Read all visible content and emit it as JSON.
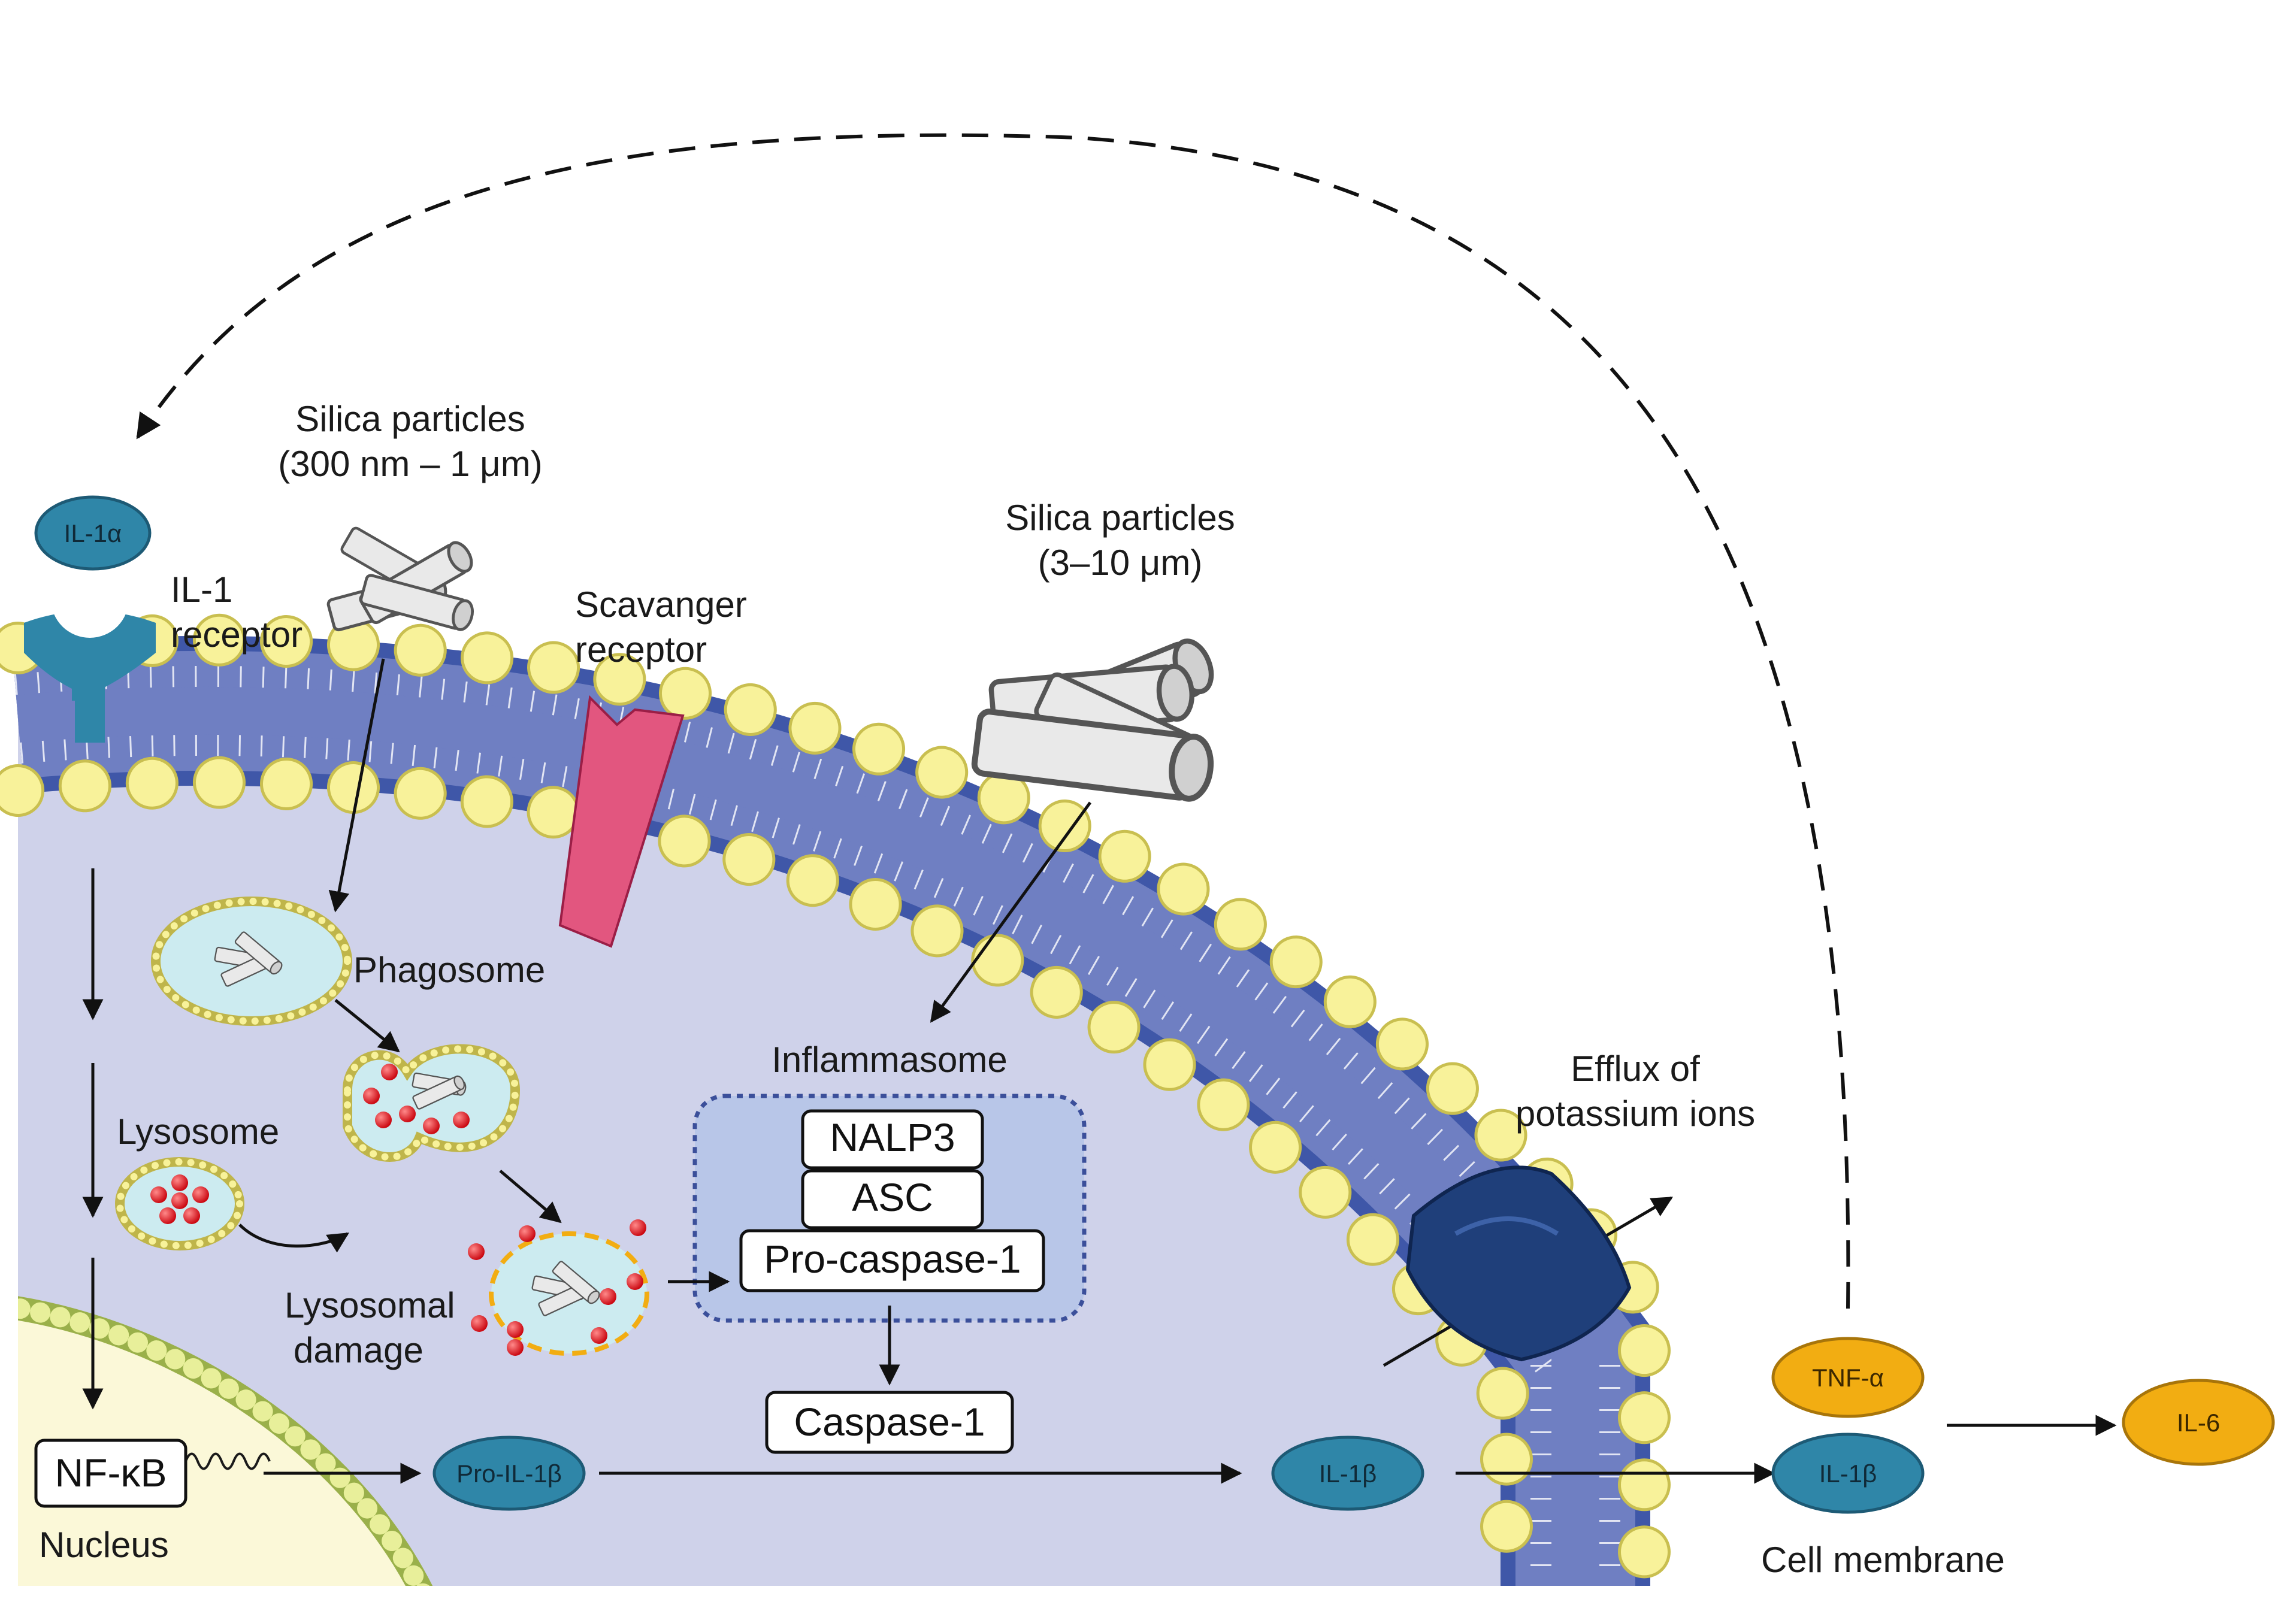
{
  "labels": {
    "silica_small_line1": "Silica particles",
    "silica_small_line2": "(300 nm – 1 μm)",
    "silica_large_line1": "Silica particles",
    "silica_large_line2": "(3–10 μm)",
    "il1_receptor_line1": "IL-1",
    "il1_receptor_line2": "receptor",
    "scavenger_line1": "Scavanger",
    "scavenger_line2": "receptor",
    "phagosome": "Phagosome",
    "lysosome": "Lysosome",
    "lysosomal_damage_line1": "Lysosomal",
    "lysosomal_damage_line2": "damage",
    "inflammasome": "Inflammasome",
    "efflux_line1": "Efflux of",
    "efflux_line2": "potassium ions",
    "nucleus": "Nucleus",
    "cell_membrane": "Cell membrane"
  },
  "boxes": {
    "nalp3": "NALP3",
    "asc": "ASC",
    "pro_caspase": "Pro-caspase-1",
    "caspase": "Caspase-1",
    "nfkb": "NF-κB"
  },
  "cytokines": {
    "il1a": "IL-1α",
    "pro_il1b": "Pro-IL-1β",
    "il1b_inside": "IL-1β",
    "il1b_outside": "IL-1β",
    "tnfa": "TNF-α",
    "il6": "IL-6"
  },
  "colors": {
    "cytoplasm": "#cfd2ea",
    "membrane_band": "#6f7fc2",
    "membrane_edge": "#3f57a8",
    "lipid_head": "#f8f29a",
    "nucleus": "#fbf8d8",
    "cytokine_blue": "#2f86a8",
    "cytokine_orange": "#f2ad12",
    "scavenger_receptor": "#e2567f",
    "potassium_channel": "#1f3f7a",
    "inflammasome_fill": "#b8c6e8",
    "particle": "#e4e4e4",
    "lysosome_dot": "#e0161e"
  },
  "icons": {
    "il1_receptor": "receptor-icon",
    "scavenger": "scavenger-receptor-icon",
    "channel": "potassium-channel-icon",
    "particles": "silica-rod-icon",
    "dna": "dna-helix-icon"
  }
}
